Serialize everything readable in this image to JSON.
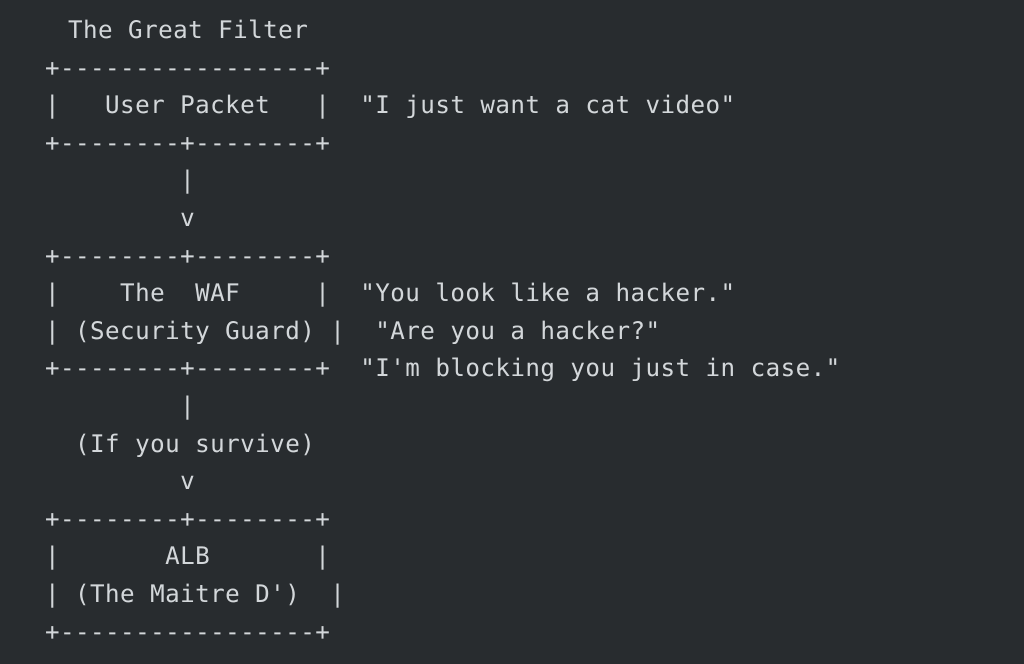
{
  "window": {
    "background_color": "#282c2f",
    "text_color": "#d3d7da"
  },
  "diagram": {
    "title": "The Great Filter",
    "type": "ascii-flow-diagram",
    "box_width_chars": 20,
    "nodes": [
      {
        "id": "user-packet",
        "label": "User Packet",
        "sublabel": "",
        "quotes": [
          "\"I just want a cat video\""
        ]
      },
      {
        "id": "waf",
        "label": "The  WAF",
        "sublabel": "(Security Guard)",
        "quotes": [
          "\"You look like a hacker.\"",
          "\"Are you a hacker?\"",
          "\"I'm blocking you just in case.\""
        ]
      },
      {
        "id": "alb",
        "label": "ALB",
        "sublabel": "(The Maitre D')",
        "quotes": []
      }
    ],
    "connectors": [
      {
        "from": "user-packet",
        "to": "waf",
        "label": ""
      },
      {
        "from": "waf",
        "to": "alb",
        "label": "(If you survive)"
      }
    ],
    "lines": [
      " The Great Filter",
      "+-----------------+",
      "|   User Packet   |  \"I just want a cat video\"",
      "+--------+--------+",
      "         |",
      "         v",
      "+--------+--------+",
      "|    The  WAF     |  \"You look like a hacker.\"",
      "| (Security Guard) |  \"Are you a hacker?\"",
      "+--------+--------+  \"I'm blocking you just in case.\"",
      "         |",
      "  (If you survive)",
      "         v",
      "+--------+--------+",
      "|       ALB       |",
      "| (The Maitre D')  |",
      "+-----------------+"
    ]
  }
}
